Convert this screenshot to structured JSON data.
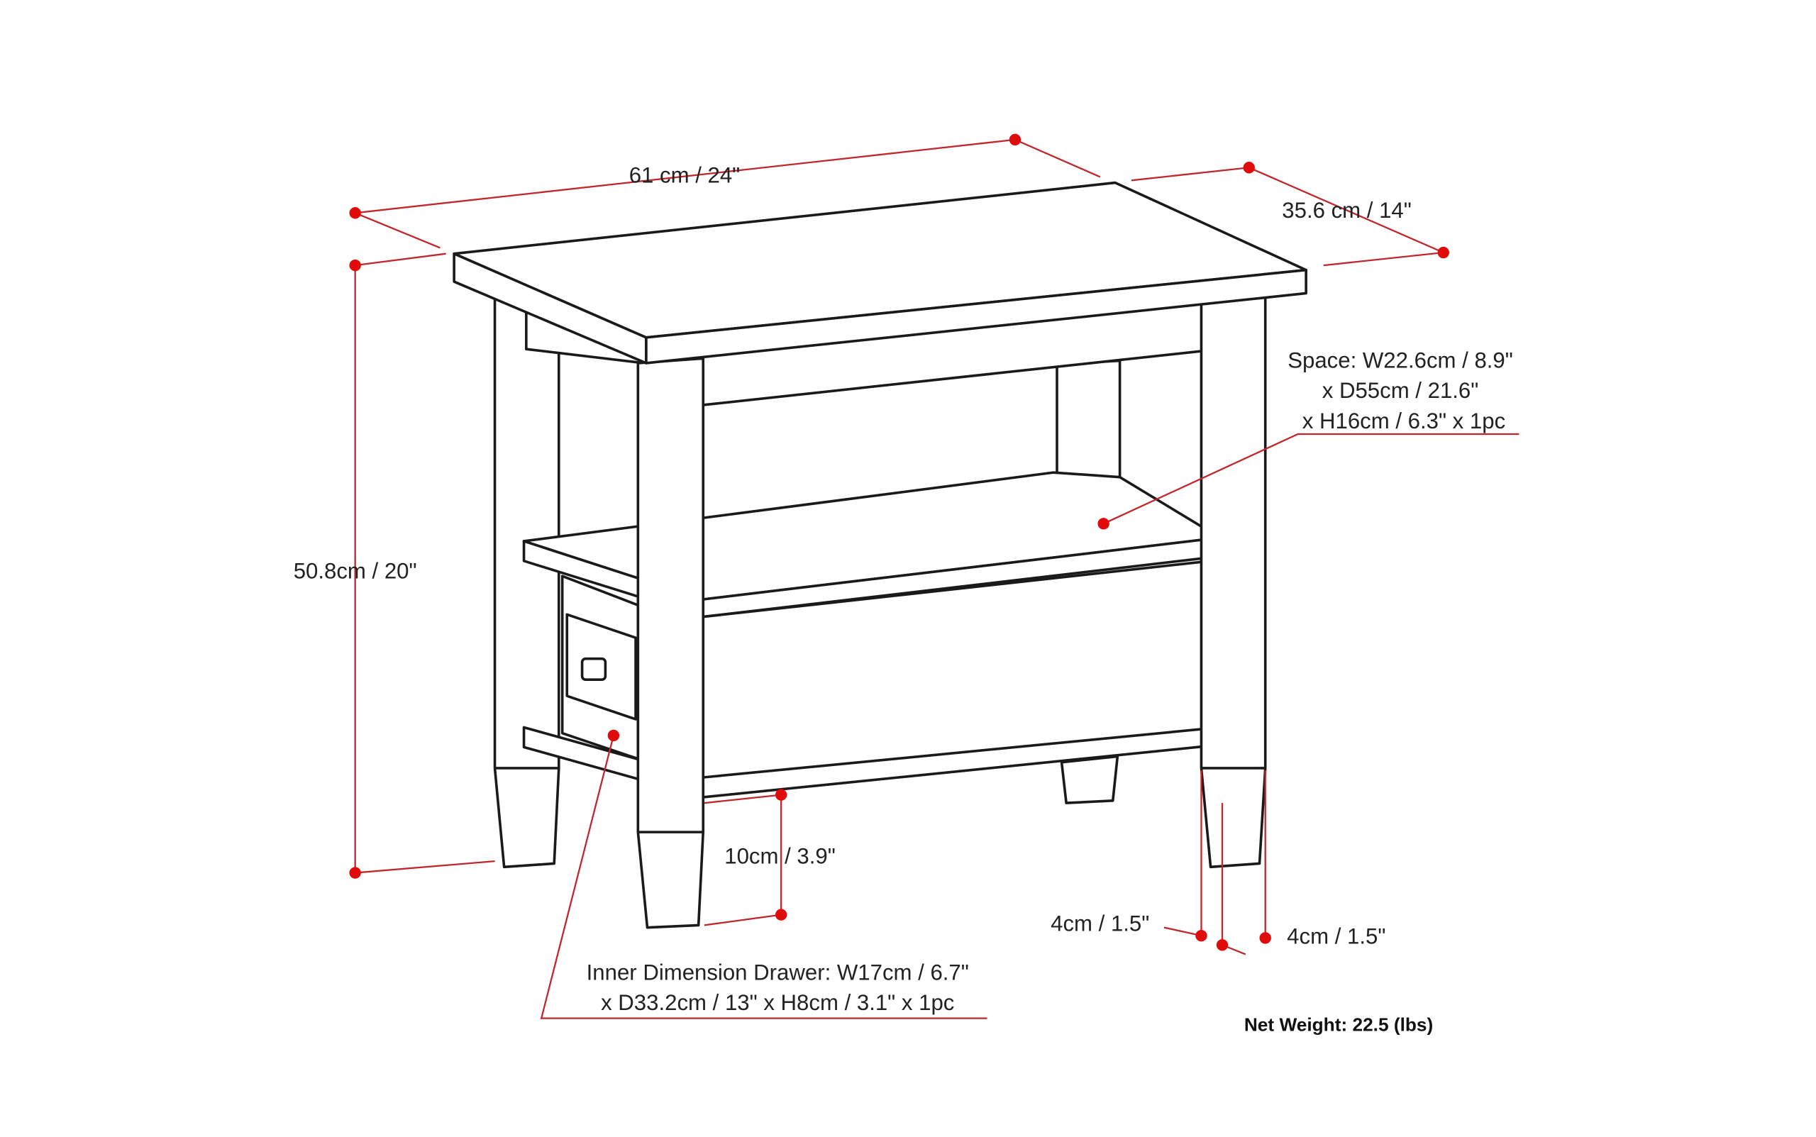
{
  "dimensions": {
    "width": "61 cm / 24\"",
    "depth": "35.6 cm / 14\"",
    "height": "50.8cm / 20\"",
    "leg_clearance": "10cm / 3.9\"",
    "leg_width_left": "4cm / 1.5\"",
    "leg_width_right": "4cm / 1.5\""
  },
  "space": {
    "line1": "Space: W22.6cm / 8.9\"",
    "line2": "x D55cm / 21.6\"",
    "line3": "x H16cm / 6.3\" x 1pc"
  },
  "drawer": {
    "line1": "Inner Dimension Drawer: W17cm / 6.7\"",
    "line2": "x D33.2cm / 13\" x H8cm / 3.1\" x 1pc"
  },
  "net_weight": "Net Weight:  22.5 (lbs)",
  "colors": {
    "dimension": "#c0272d",
    "marker": "#e00b0b",
    "outline": "#1a1a1a"
  }
}
